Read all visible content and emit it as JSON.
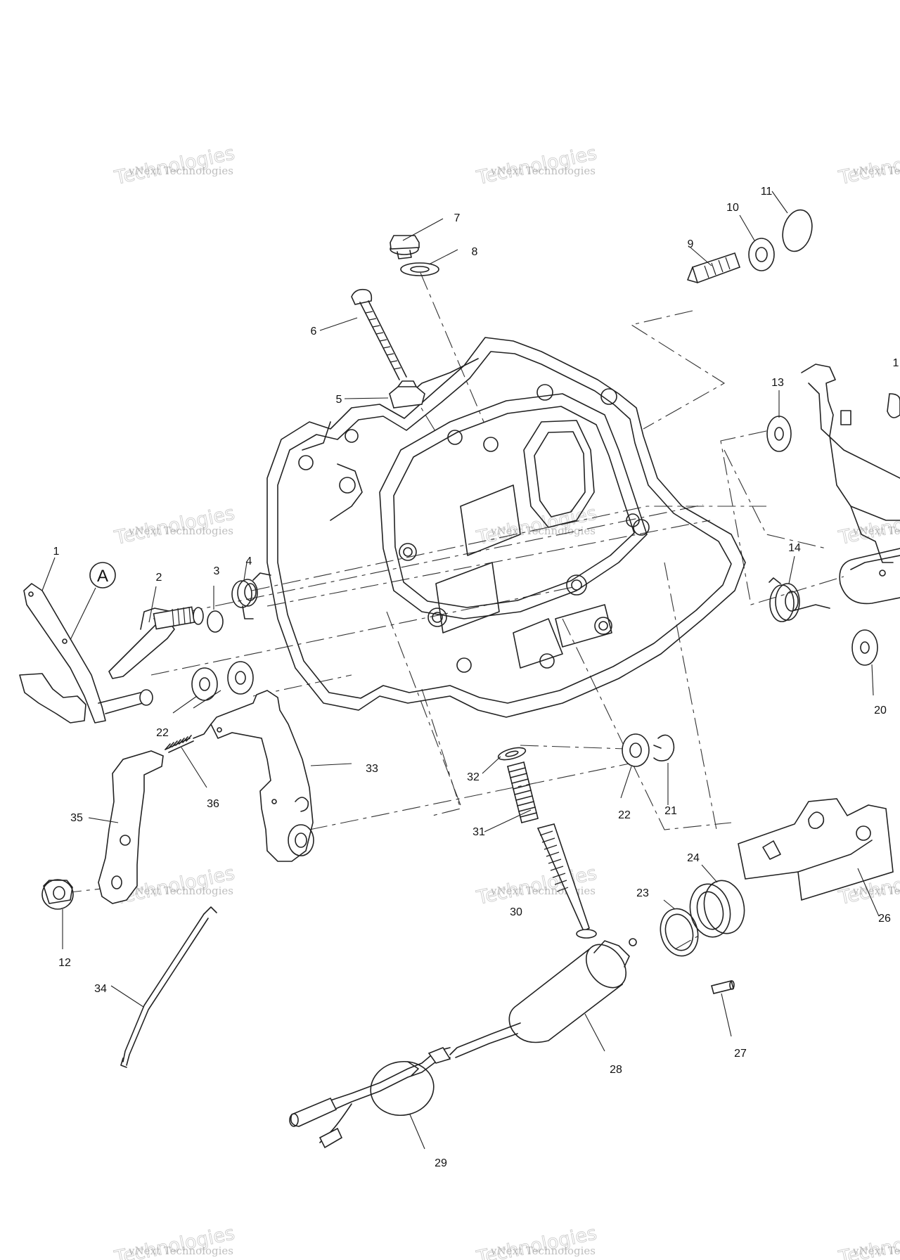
{
  "diagram": {
    "reference_letter": "A",
    "callouts": {
      "c1": "1",
      "c2": "2",
      "c3": "3",
      "c4": "4",
      "c5": "5",
      "c6": "6",
      "c7": "7",
      "c8": "8",
      "c9": "9",
      "c10": "10",
      "c11": "11",
      "c12": "12",
      "c13": "13",
      "c14": "14",
      "c15": "1",
      "c20": "20",
      "c21": "21",
      "c22a": "22",
      "c22b": "22",
      "c23": "23",
      "c24": "24",
      "c26": "26",
      "c27": "27",
      "c28": "28",
      "c29": "29",
      "c30": "30",
      "c31": "31",
      "c32": "32",
      "c33": "33",
      "c34": "34",
      "c35": "35",
      "c36": "36"
    }
  },
  "watermark": {
    "line1": "vNext Technologies",
    "line2": "Technologies"
  }
}
